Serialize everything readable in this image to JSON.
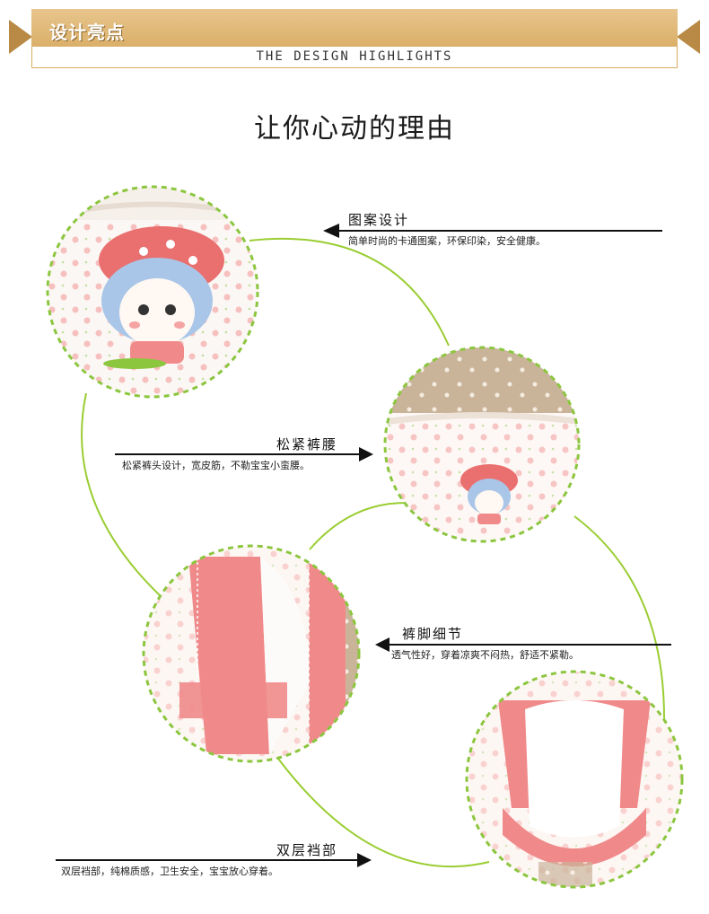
{
  "banner": {
    "title": "设计亮点",
    "subtitle": "THE DESIGN HIGHLIGHTS"
  },
  "heading": "让你心动的理由",
  "features": [
    {
      "title": "图案设计",
      "desc": "简单时尚的卡通图案，环保印染，安全健康。"
    },
    {
      "title": "松紧裤腰",
      "desc": "松紧裤头设计，宽皮筋，不勒宝宝小蛮腰。"
    },
    {
      "title": "裤脚细节",
      "desc": "透气性好，穿着凉爽不闷热，舒适不紧勒。"
    },
    {
      "title": "双层裆部",
      "desc": "双层裆部，纯棉质感，卫生安全，宝宝放心穿着。"
    }
  ],
  "colors": {
    "banner": "#d7ab62",
    "green_dash": "#8cc63f",
    "line": "#9acd32",
    "pink": "#f08a8a"
  }
}
